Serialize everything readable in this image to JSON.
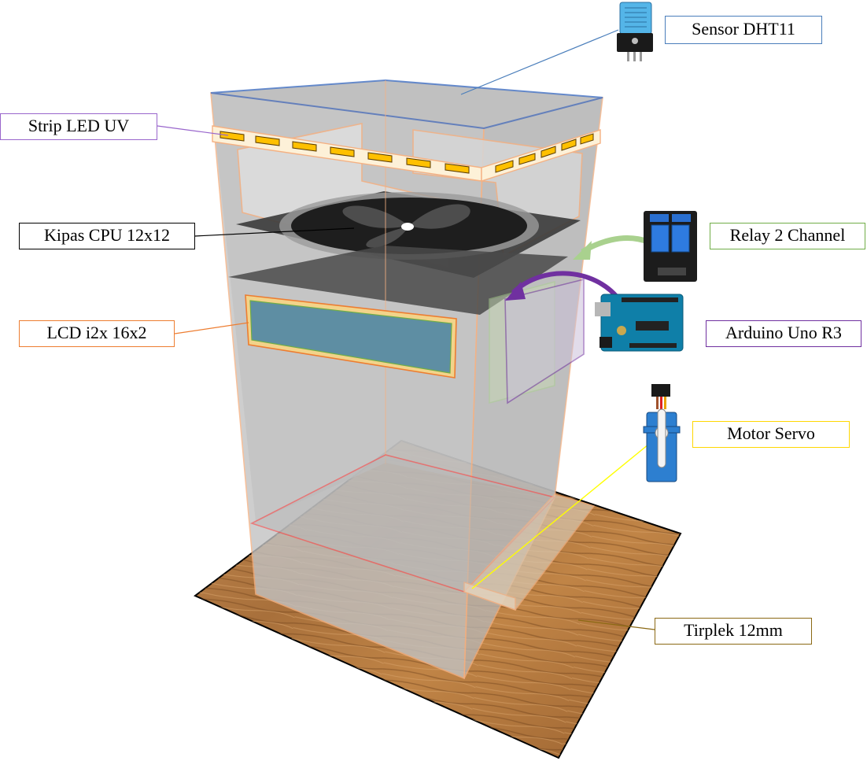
{
  "labels": {
    "sensor": "Sensor DHT11",
    "strip_led": "Strip LED UV",
    "fan": "Kipas CPU 12x12",
    "relay": "Relay 2 Channel",
    "lcd": "LCD i2x 16x2",
    "arduino": "Arduino Uno R3",
    "servo": "Motor Servo",
    "base": "Tirplek 12mm"
  },
  "colors": {
    "sensor": "#4a7ebb",
    "strip_led": "#9966cc",
    "fan": "#000000",
    "relay": "#70ad47",
    "lcd": "#ed7d31",
    "arduino": "#7030a0",
    "servo": "#ffd700",
    "base": "#8b6914",
    "box_edge": "#f4b183",
    "glass": "#c8c8c8",
    "wood": "#b07a45",
    "led_chip": "#ffc000"
  },
  "icons": [
    "dht11-sensor-icon",
    "relay-module-icon",
    "arduino-board-icon",
    "servo-motor-icon",
    "cpu-fan-icon"
  ]
}
